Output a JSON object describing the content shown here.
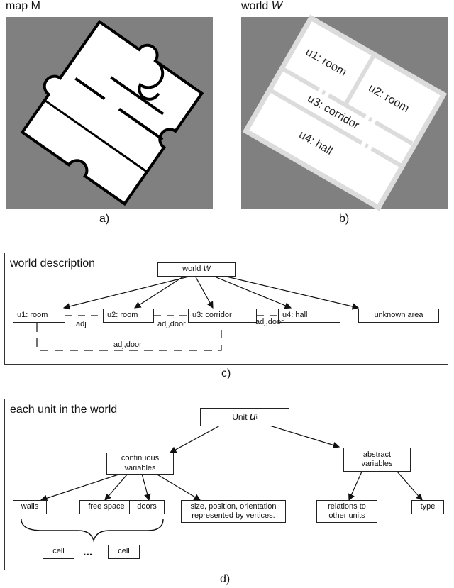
{
  "panel_a": {
    "title": "map M",
    "sub_label": "a)"
  },
  "panel_b": {
    "title_prefix": "world ",
    "title_var": "W",
    "sub_label": "b)",
    "regions": {
      "u1": "u1: room",
      "u2": "u2: room",
      "u3": "u3: corridor",
      "u4": "u4: hall"
    }
  },
  "panel_c": {
    "title": "world description",
    "sub_label": "c)",
    "root_prefix": "world ",
    "root_var": "W",
    "nodes": {
      "u1": "u1: room",
      "u2": "u2: room",
      "u3": "u3: corridor",
      "u4": "u4: hall",
      "unknown": "unknown area"
    },
    "edges": {
      "u1_u2": "adj",
      "u2_u3": "adj,door",
      "u3_u4": "adj,door",
      "u1_u3": "adj,door"
    }
  },
  "panel_d": {
    "title": "each unit in the world",
    "sub_label": "d)",
    "root_prefix": "Unit ",
    "root_var": "u",
    "root_sub": "i",
    "continuous": "continuous variables",
    "abstract": "abstract variables",
    "walls": "walls",
    "free_space": "free space",
    "doors": "doors",
    "size_position": "size, position, orientation represented by vertices.",
    "relations": "relations to other units",
    "type": "type",
    "cell_left": "cell",
    "cell_dots": "...",
    "cell_right": "cell"
  },
  "colors": {
    "map_background": "#808080",
    "world_light": "#dcdcdc"
  }
}
